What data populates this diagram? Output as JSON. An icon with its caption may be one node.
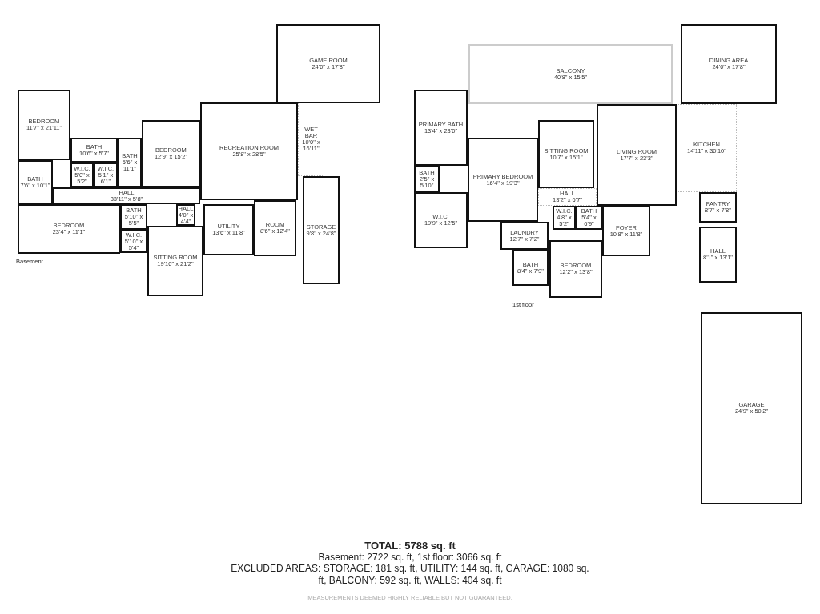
{
  "diagram": {
    "nodes": [
      {
        "text": [
          "BEDROOM",
          "11'7\" x 21'11\""
        ]
      },
      {
        "text": [
          "BATH",
          "10'6\" x 5'7\""
        ]
      },
      {
        "text": [
          "W.I.C.",
          "5'0\" x 5'2\""
        ]
      },
      {
        "text": [
          "W.I.C.",
          "5'1\" x 6'1\""
        ]
      },
      {
        "text": [
          "BATH",
          "5'6\" x 11'1\""
        ]
      },
      {
        "text": [
          "BEDROOM",
          "12'9\" x 15'2\""
        ]
      },
      {
        "text": [
          "BATH",
          "7'6\" x 10'1\""
        ]
      },
      {
        "text": [
          "HALL",
          "33'11\" x 5'8\""
        ]
      },
      {
        "text": [
          "BEDROOM",
          "23'4\" x 11'1\""
        ]
      },
      {
        "text": [
          "BATH",
          "5'10\" x 5'5\""
        ]
      },
      {
        "text": [
          "W.I.C.",
          "5'10\" x 5'4\""
        ]
      },
      {
        "text": [
          "HALL",
          "4'0\" x 4'4\""
        ]
      },
      {
        "text": [
          "SITTING ROOM",
          "19'10\" x 21'2\""
        ]
      },
      {
        "text": [
          "UTILITY",
          "13'6\" x 11'8\""
        ]
      },
      {
        "text": [
          "ROOM",
          "8'6\" x 12'4\""
        ]
      },
      {
        "text": [
          "RECREATION ROOM",
          "25'8\" x 28'5\""
        ]
      },
      {
        "text": [
          "WET BAR",
          "10'0\" x 16'11\""
        ]
      },
      {
        "text": [
          "GAME ROOM",
          "24'0\" x 17'8\""
        ]
      },
      {
        "text": [
          "STORAGE",
          "9'8\" x 24'8\""
        ]
      },
      {
        "text": [
          "BALCONY",
          "40'8\" x 15'5\""
        ]
      },
      {
        "text": [
          "DINING AREA",
          "24'0\" x 17'8\""
        ]
      },
      {
        "text": [
          "PRIMARY BATH",
          "13'4\" x 23'0\""
        ]
      },
      {
        "text": [
          "BATH",
          "2'5\" x 5'10\""
        ]
      },
      {
        "text": [
          "PRIMARY BEDROOM",
          "16'4\" x 19'3\""
        ]
      },
      {
        "text": [
          "SITTING ROOM",
          "10'7\" x 15'1\""
        ]
      },
      {
        "text": [
          "LIVING ROOM",
          "17'7\" x 23'3\""
        ]
      },
      {
        "text": [
          "KITCHEN",
          "14'11\" x 30'10\""
        ]
      },
      {
        "text": [
          "W.I.C.",
          "19'9\" x 12'5\""
        ]
      },
      {
        "text": [
          "HALL",
          "13'2\" x 6'7\""
        ]
      },
      {
        "text": [
          "W.I.C.",
          "4'8\" x 5'2\""
        ]
      },
      {
        "text": [
          "BATH",
          "5'4\" x 6'9\""
        ]
      },
      {
        "text": [
          "LAUNDRY",
          "12'7\" x 7'2\""
        ]
      },
      {
        "text": [
          "FOYER",
          "10'8\" x 11'8\""
        ]
      },
      {
        "text": [
          "PANTRY",
          "8'7\" x 7'8\""
        ]
      },
      {
        "text": [
          "HALL",
          "8'1\" x 13'1\""
        ]
      },
      {
        "text": [
          "BATH",
          "8'4\" x 7'9\""
        ]
      },
      {
        "text": [
          "BEDROOM",
          "12'2\" x 13'8\""
        ]
      },
      {
        "text": [
          "GARAGE",
          "24'9\" x 50'2\""
        ]
      }
    ],
    "labels": [
      "Basement",
      "1st floor",
      "TOTAL: 5788 sq. ft",
      "Basement: 2722 sq. ft, 1st floor: 3066 sq. ft",
      "EXCLUDED AREAS: STORAGE: 181 sq. ft, UTILITY: 144 sq. ft, GARAGE: 1080 sq. ft, BALCONY: 592 sq. ft, WALLS: 404 sq. ft",
      "MEASUREMENTS DEEMED HIGHLY RELIABLE BUT NOT GUARANTEED."
    ]
  }
}
